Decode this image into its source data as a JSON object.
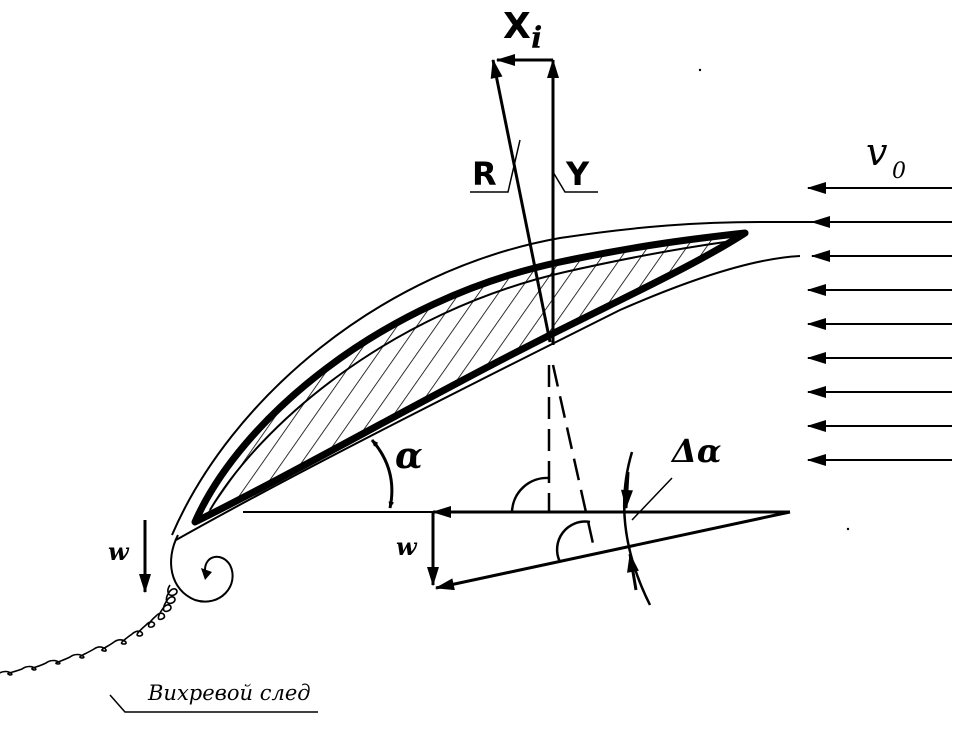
{
  "labels": {
    "xi_main": "X",
    "xi_sub": "i",
    "r": "R",
    "y": "Y",
    "v0_main": "v",
    "v0_sub": "0",
    "alpha": "α",
    "delta_alpha": "Δα",
    "w_left": "w",
    "w_right": "w",
    "wake": "Вихревой след"
  },
  "colors": {
    "ink": "#000000",
    "background": "#ffffff"
  }
}
